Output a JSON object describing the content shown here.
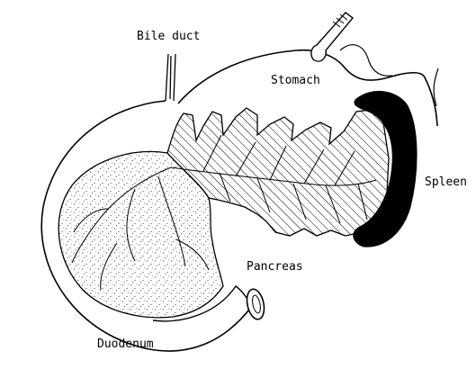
{
  "labels": {
    "bile_duct": "Bile duct",
    "stomach": "Stomach",
    "spleen": "Spleen",
    "pancreas": "Pancreas",
    "duodenum": "Duodenum"
  },
  "colors": {
    "ink": "#000000",
    "background": "#ffffff"
  }
}
